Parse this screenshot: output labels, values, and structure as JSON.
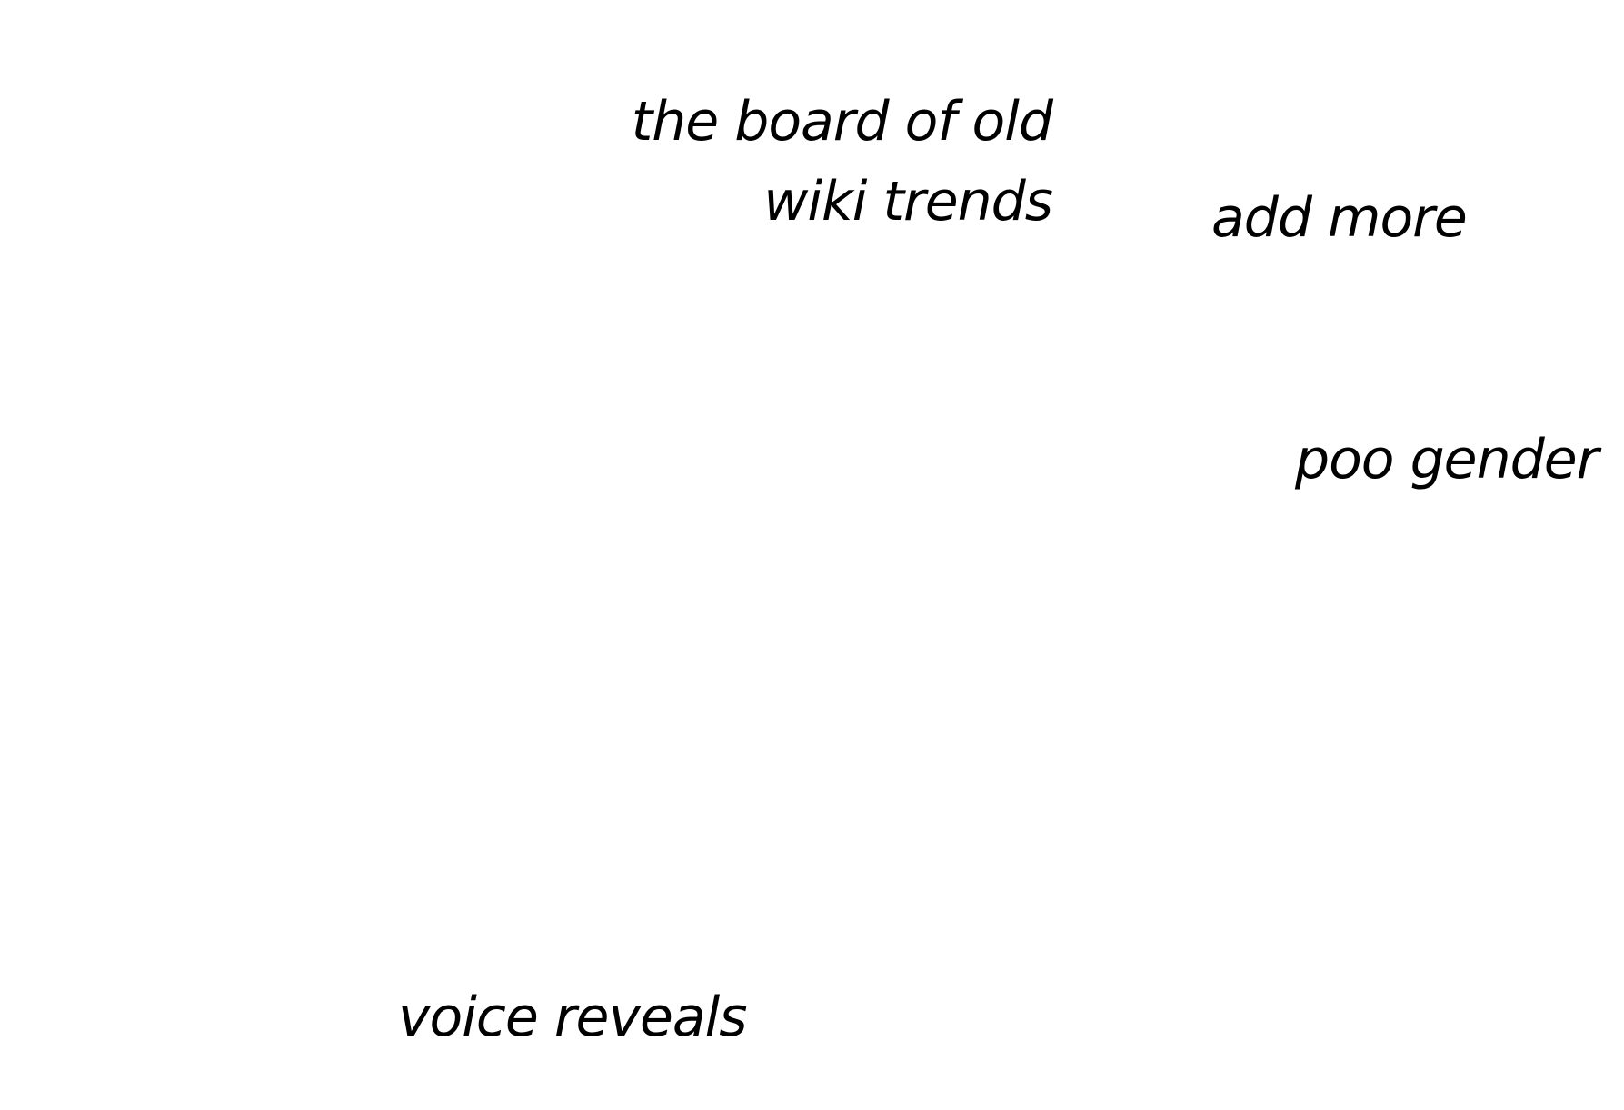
{
  "canvas": {
    "background": "#ffffff",
    "text_color": "#000000",
    "notes": [
      {
        "id": "note-1",
        "lines": [
          "the board of old",
          "wiki trends"
        ],
        "align": "right"
      },
      {
        "id": "note-2",
        "lines": [
          "add more"
        ],
        "align": "left"
      },
      {
        "id": "note-3",
        "lines": [
          "poo gender"
        ],
        "align": "left"
      },
      {
        "id": "note-4",
        "lines": [
          "voice reveals"
        ],
        "align": "left"
      }
    ]
  }
}
